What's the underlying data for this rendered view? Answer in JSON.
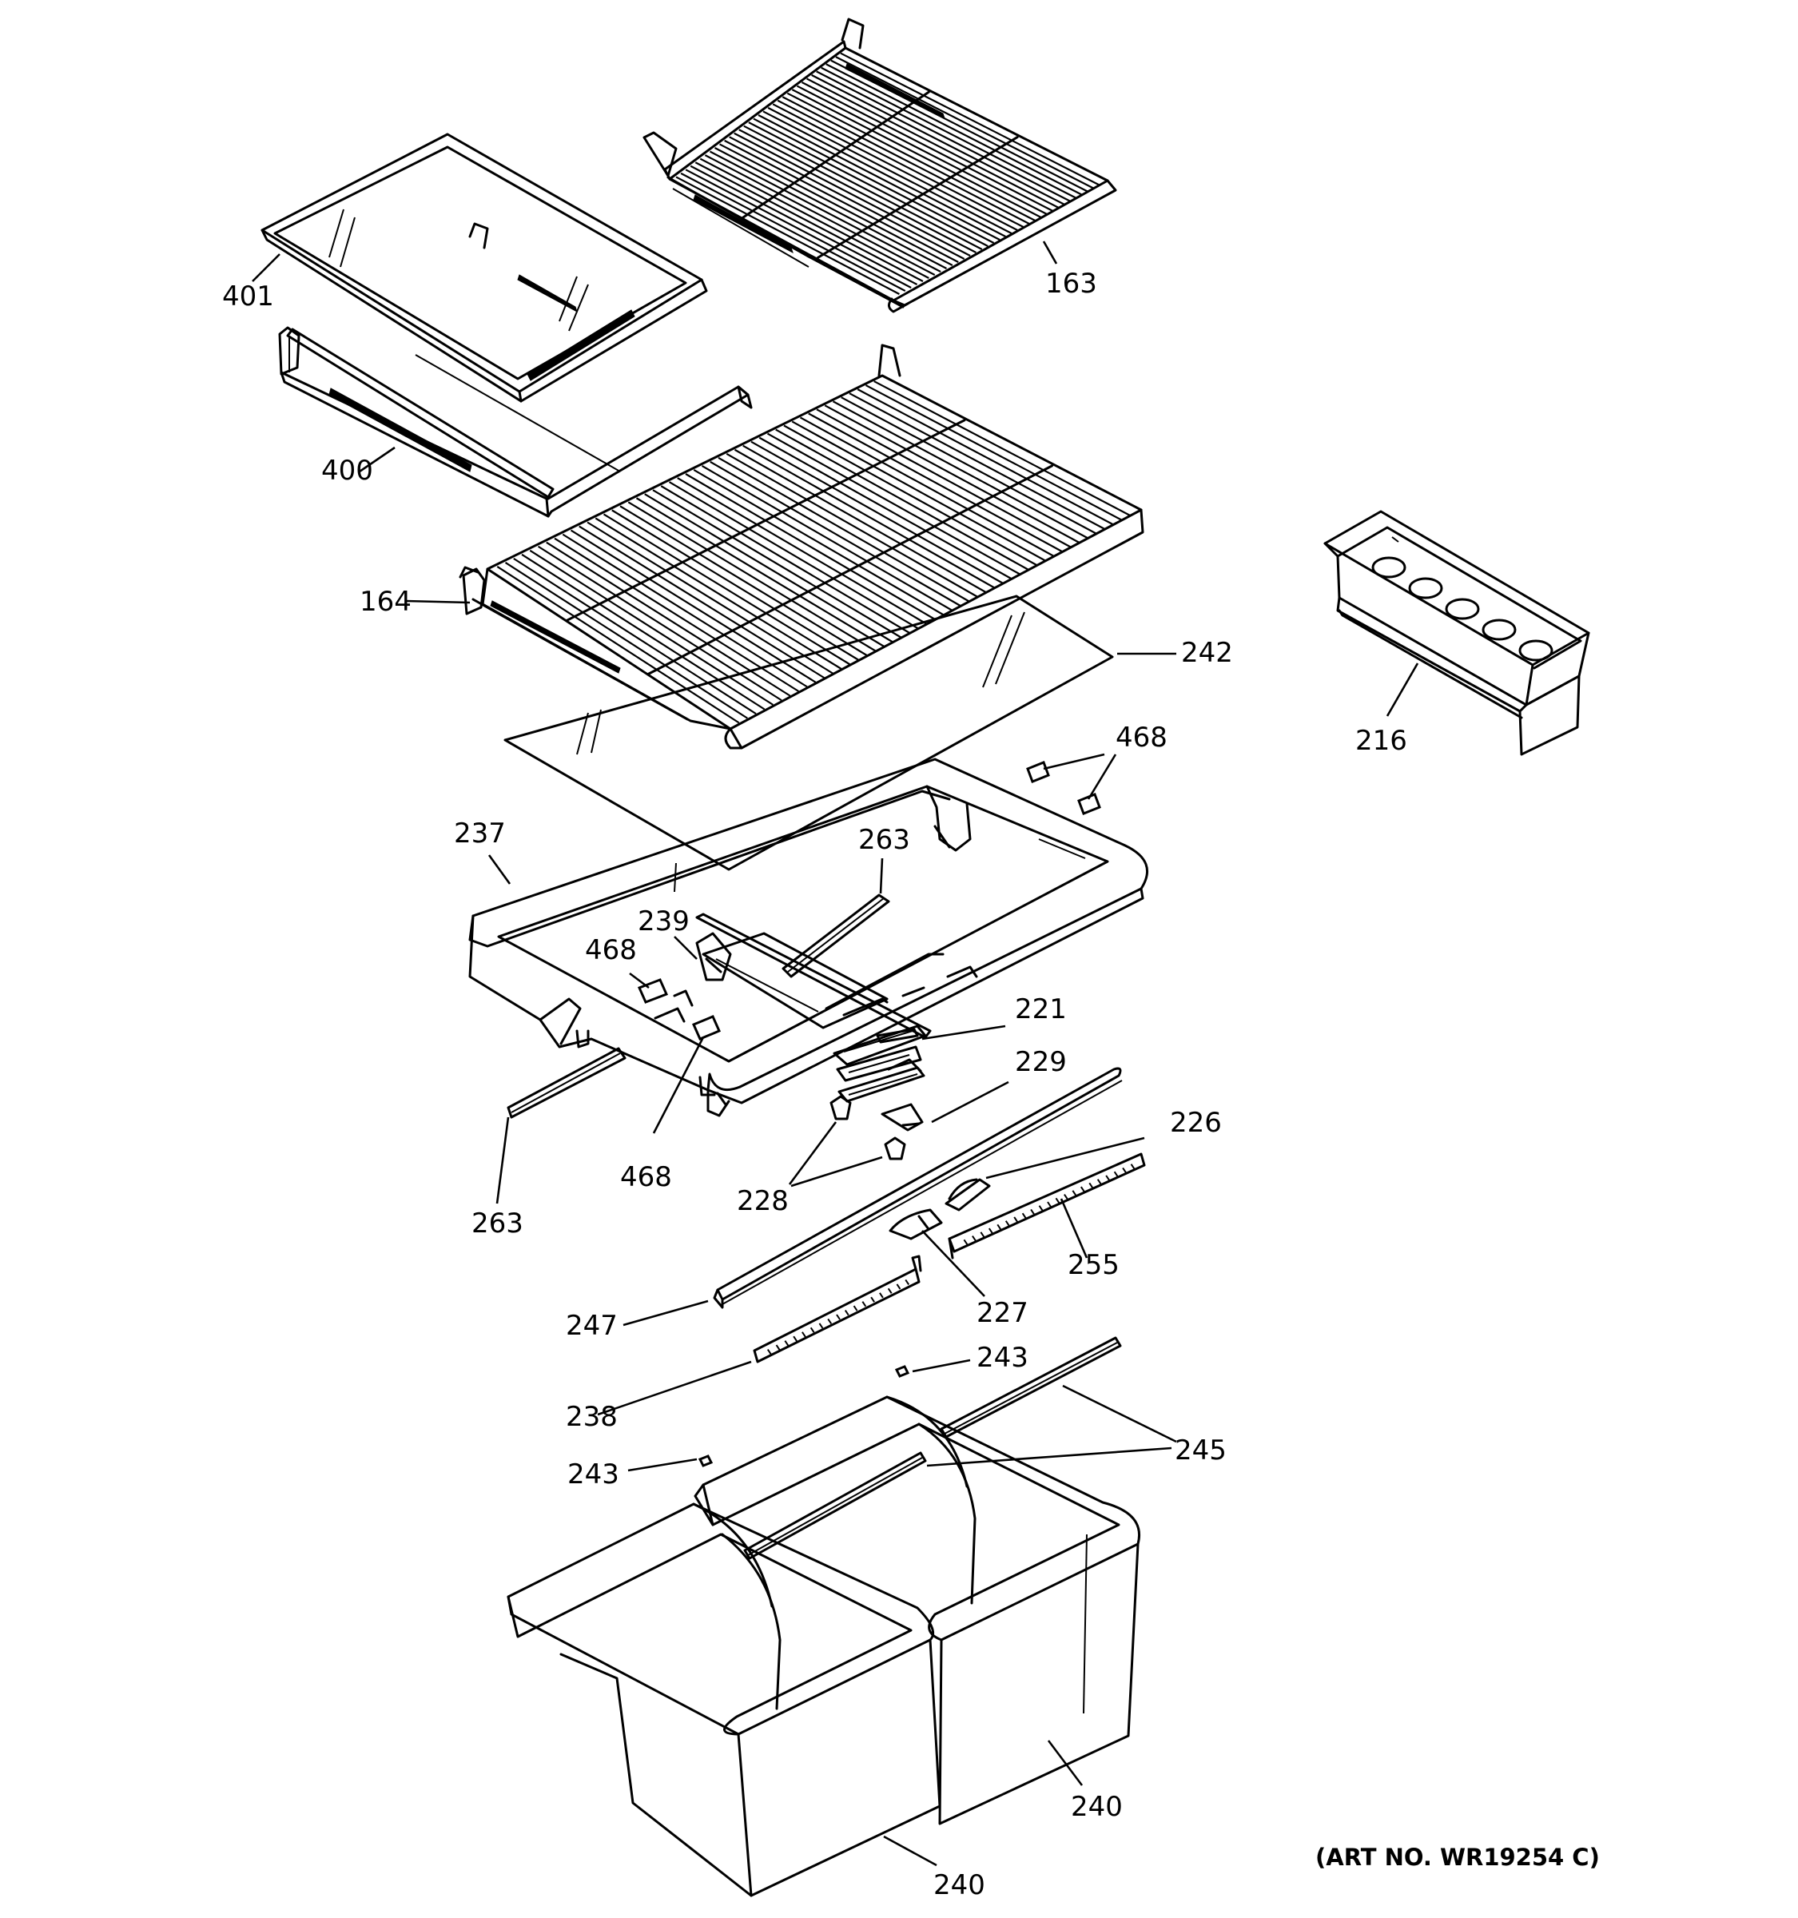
{
  "art_number": "(ART NO. WR19254 C)",
  "callouts": [
    {
      "id": "c401",
      "text": "401"
    },
    {
      "id": "c163",
      "text": "163"
    },
    {
      "id": "c400",
      "text": "400"
    },
    {
      "id": "c164",
      "text": "164"
    },
    {
      "id": "c242",
      "text": "242"
    },
    {
      "id": "c216",
      "text": "216"
    },
    {
      "id": "c468a",
      "text": "468"
    },
    {
      "id": "c237",
      "text": "237"
    },
    {
      "id": "c263a",
      "text": "263"
    },
    {
      "id": "c239",
      "text": "239"
    },
    {
      "id": "c468b",
      "text": "468"
    },
    {
      "id": "c221",
      "text": "221"
    },
    {
      "id": "c229",
      "text": "229"
    },
    {
      "id": "c226",
      "text": "226"
    },
    {
      "id": "c468c",
      "text": "468"
    },
    {
      "id": "c263b",
      "text": "263"
    },
    {
      "id": "c228",
      "text": "228"
    },
    {
      "id": "c255",
      "text": "255"
    },
    {
      "id": "c227",
      "text": "227"
    },
    {
      "id": "c247",
      "text": "247"
    },
    {
      "id": "c243a",
      "text": "243"
    },
    {
      "id": "c238",
      "text": "238"
    },
    {
      "id": "c245",
      "text": "245"
    },
    {
      "id": "c243b",
      "text": "243"
    },
    {
      "id": "c240a",
      "text": "240"
    },
    {
      "id": "c240b",
      "text": "240"
    }
  ]
}
